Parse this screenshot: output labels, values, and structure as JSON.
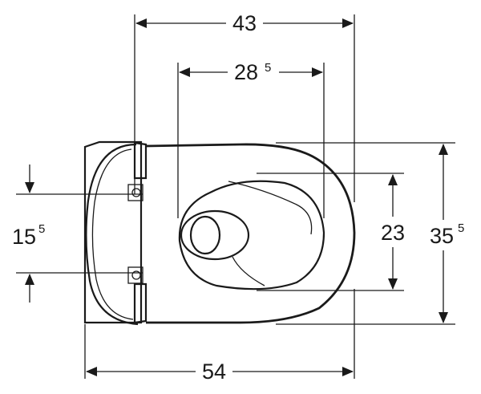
{
  "dimensions": {
    "top_width": {
      "value": "43",
      "superscript": ""
    },
    "inner_width": {
      "value": "28",
      "superscript": "5"
    },
    "mount_spacing": {
      "value": "15",
      "superscript": "5"
    },
    "bowl_depth": {
      "value": "23",
      "superscript": ""
    },
    "overall_depth": {
      "value": "35",
      "superscript": "5"
    },
    "overall_length": {
      "value": "54",
      "superscript": ""
    }
  },
  "colors": {
    "line": "#1a1a1a",
    "background": "#ffffff"
  },
  "icons": {
    "arrowhead": "filled-triangle-arrow"
  }
}
